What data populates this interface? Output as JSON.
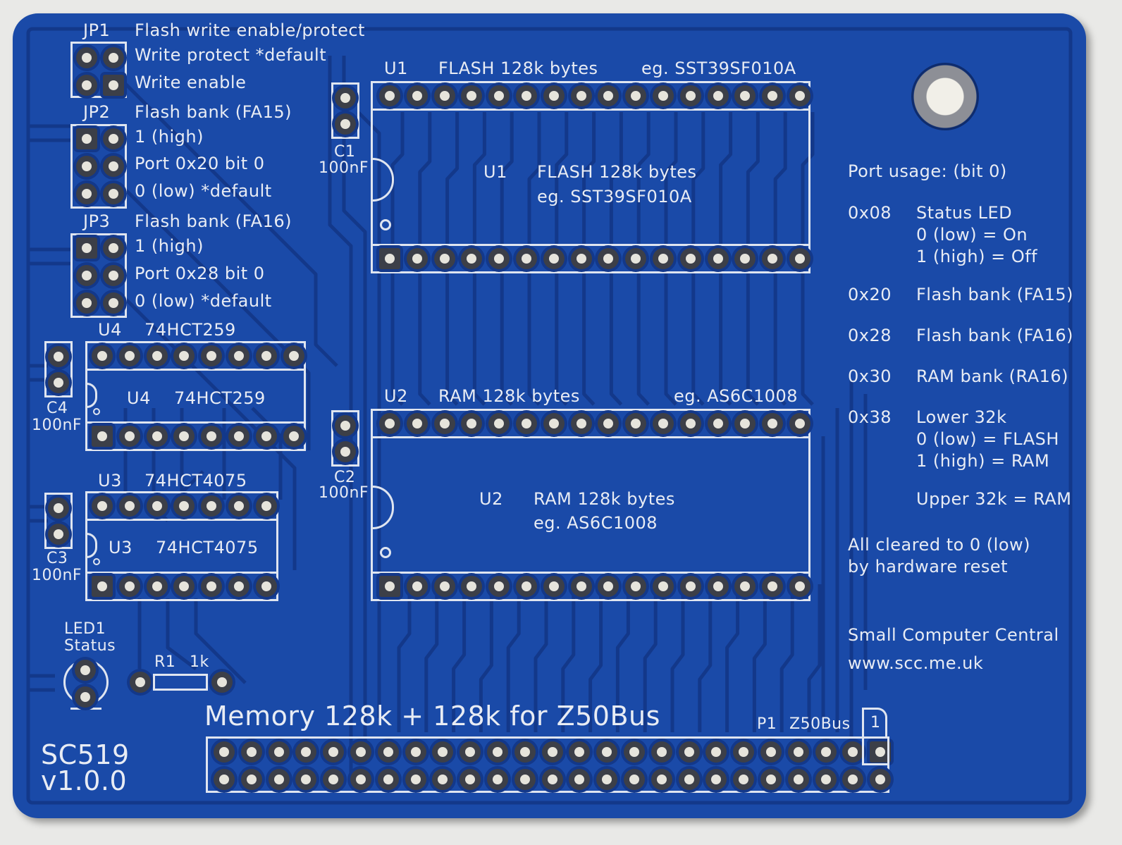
{
  "board": {
    "name": "SC519",
    "version": "v1.0.0",
    "title": "Memory 128k + 128k for Z50Bus",
    "maker": "Small Computer Central",
    "website": "www.scc.me.uk",
    "colors": {
      "solder_mask": "#1a4aa8",
      "trace": "#13388a",
      "silkscreen": "#e8ecf4",
      "pad": "#e6e4dc"
    }
  },
  "jumpers": {
    "jp1": {
      "ref": "JP1",
      "title": "Flash write enable/protect",
      "opt1": "Write protect *default",
      "opt2": "Write enable"
    },
    "jp2": {
      "ref": "JP2",
      "title": "Flash bank (FA15)",
      "opt1": "1 (high)",
      "opt2": "Port 0x20 bit 0",
      "opt3": "0 (low) *default"
    },
    "jp3": {
      "ref": "JP3",
      "title": "Flash bank (FA16)",
      "opt1": "1 (high)",
      "opt2": "Port 0x28 bit 0",
      "opt3": "0 (low) *default"
    }
  },
  "chips": {
    "u1": {
      "ref": "U1",
      "desc": "FLASH 128k bytes",
      "part": "eg. SST39SF010A"
    },
    "u2": {
      "ref": "U2",
      "desc": "RAM 128k bytes",
      "part": "eg. AS6C1008"
    },
    "u3": {
      "ref": "U3",
      "part": "74HCT4075"
    },
    "u4": {
      "ref": "U4",
      "part": "74HCT259"
    }
  },
  "caps": {
    "c1": {
      "ref": "C1",
      "value": "100nF"
    },
    "c2": {
      "ref": "C2",
      "value": "100nF"
    },
    "c3": {
      "ref": "C3",
      "value": "100nF"
    },
    "c4": {
      "ref": "C4",
      "value": "100nF"
    }
  },
  "led": {
    "ref": "LED1",
    "label": "Status"
  },
  "resistor": {
    "ref": "R1",
    "value": "1k"
  },
  "connector": {
    "ref": "P1",
    "label": "Z50Bus",
    "pin1": "1"
  },
  "port_usage": {
    "heading": "Port usage: (bit 0)",
    "entries": [
      {
        "port": "0x08",
        "lines": [
          "Status LED",
          "0 (low) = On",
          "1 (high) = Off"
        ]
      },
      {
        "port": "0x20",
        "lines": [
          "Flash bank (FA15)"
        ]
      },
      {
        "port": "0x28",
        "lines": [
          "Flash bank (FA16)"
        ]
      },
      {
        "port": "0x30",
        "lines": [
          "RAM bank (RA16)"
        ]
      },
      {
        "port": "0x38",
        "lines": [
          "Lower 32k",
          "0 (low) = FLASH",
          "1 (high) = RAM"
        ]
      }
    ],
    "upper": "Upper 32k = RAM",
    "reset_note": [
      "All cleared to 0 (low)",
      "by hardware reset"
    ]
  }
}
